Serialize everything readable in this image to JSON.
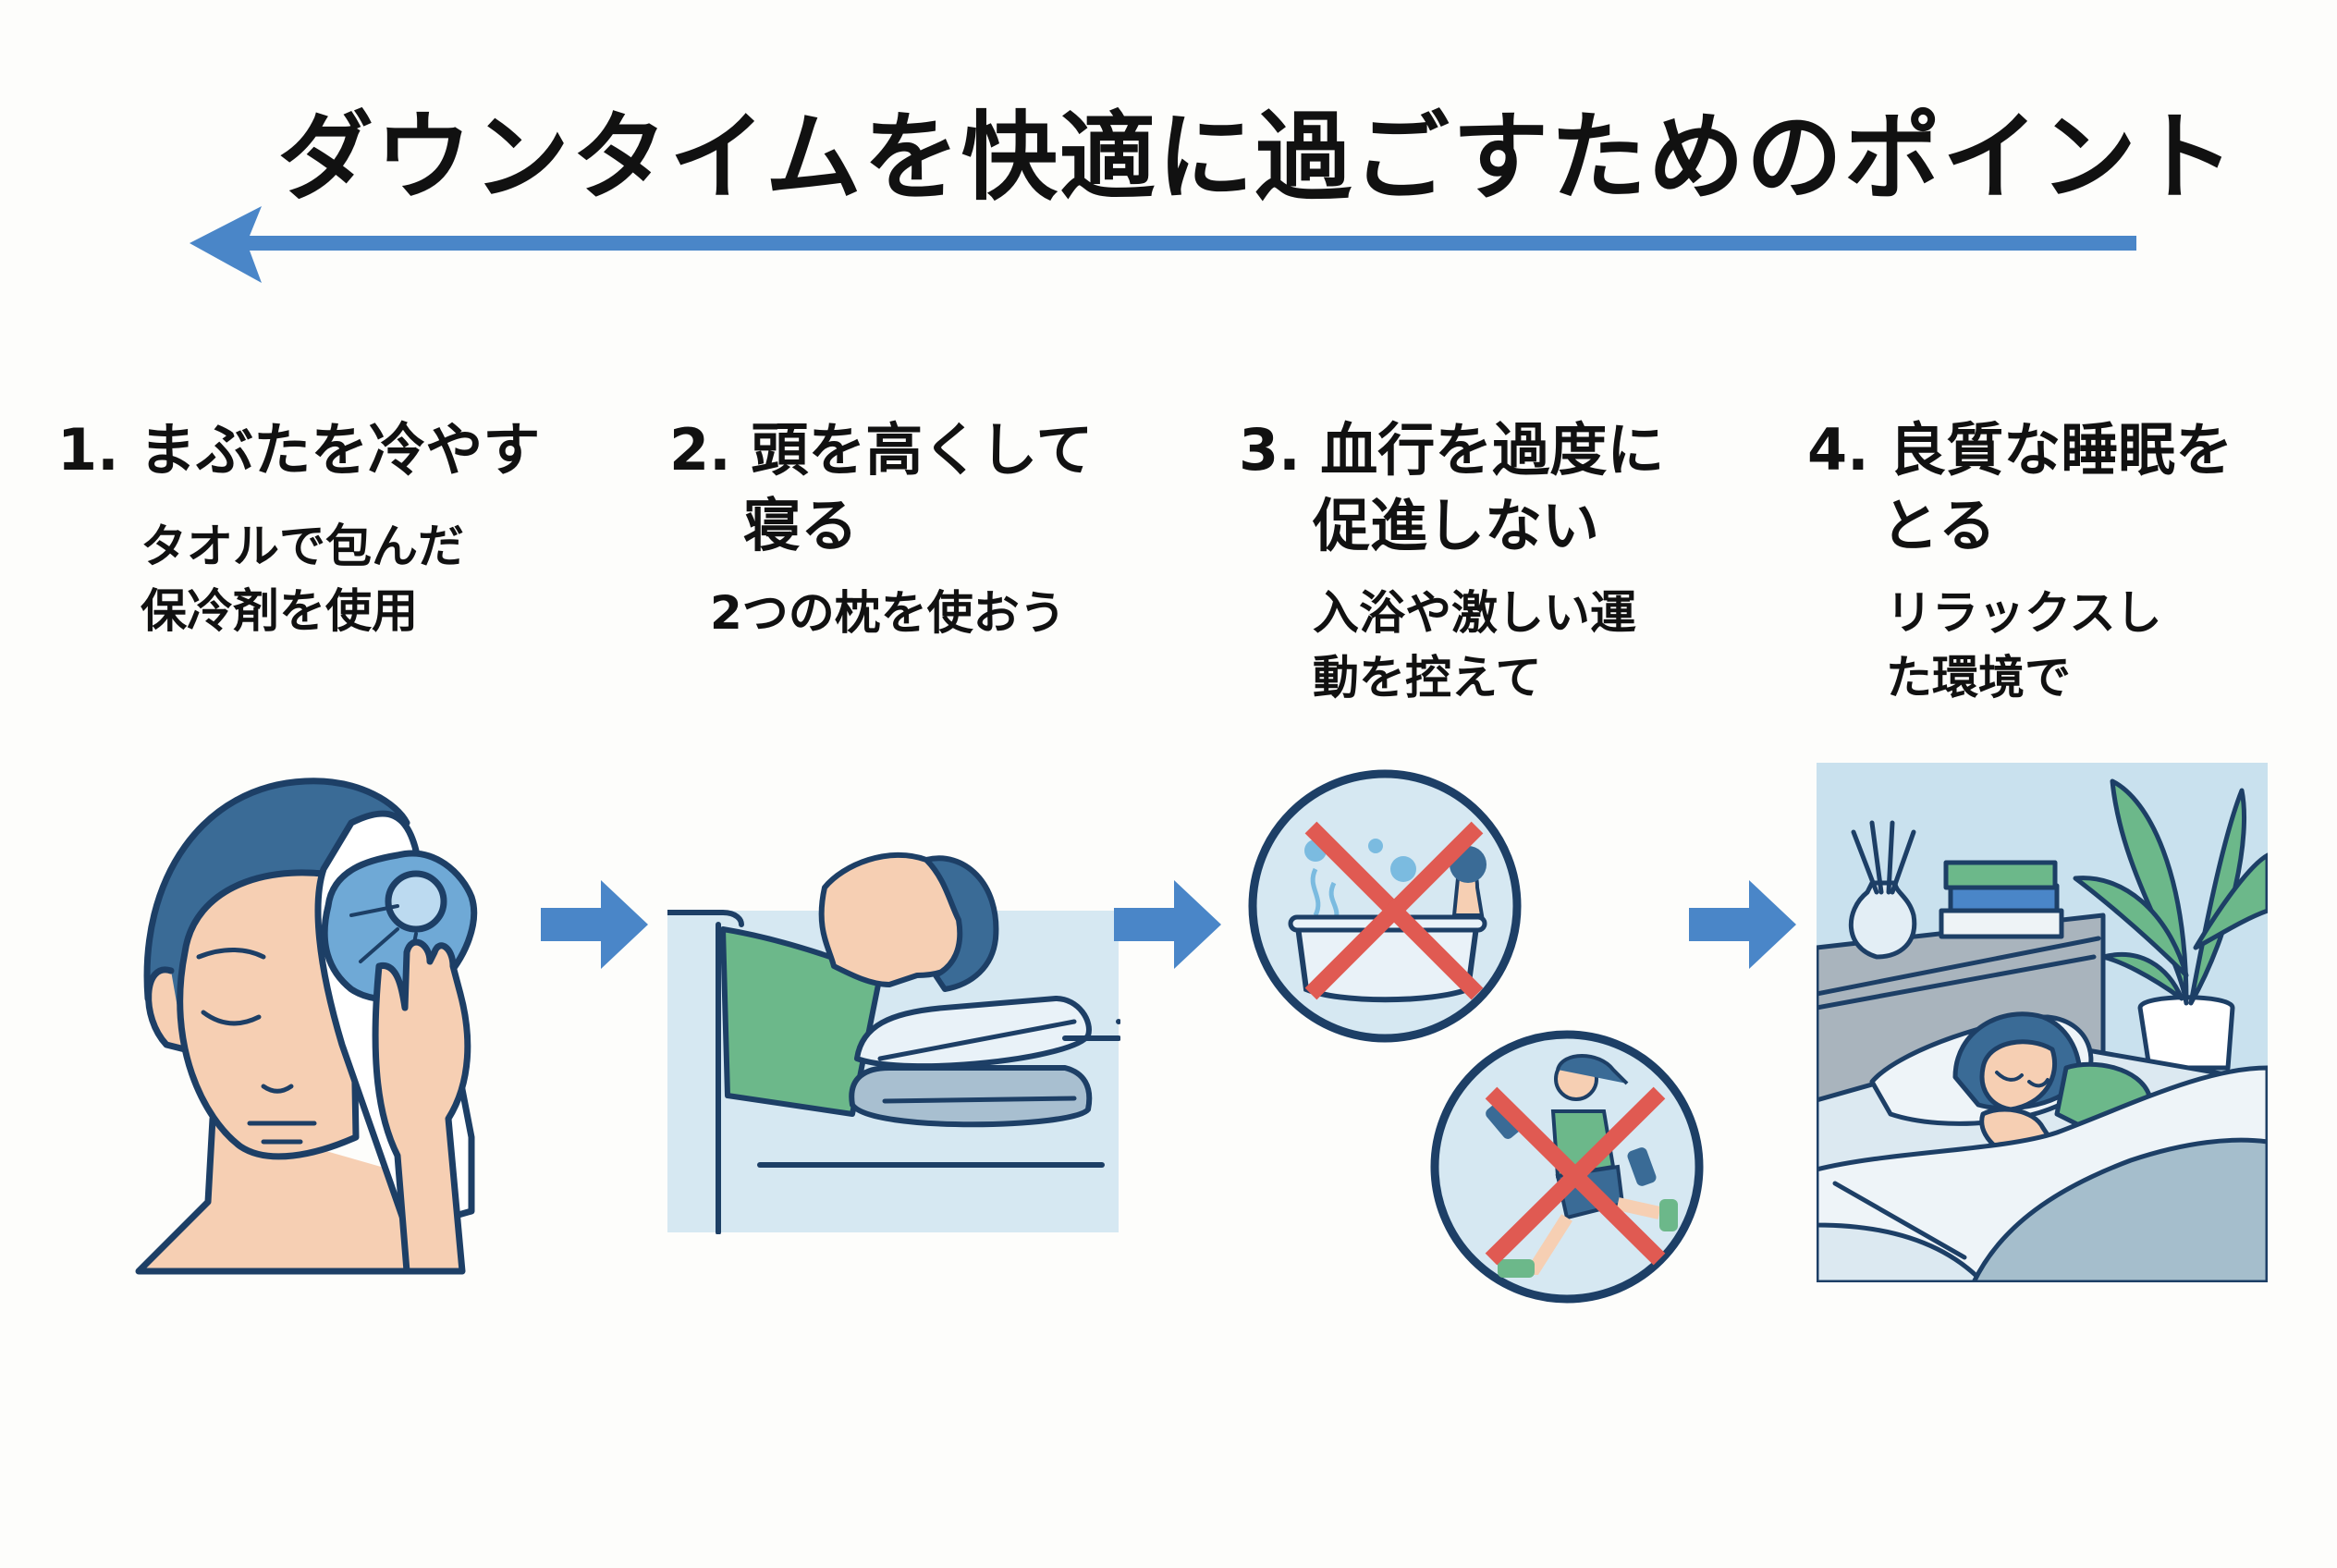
{
  "title": "ダウンタイムを快適に過ごすためのポイント",
  "colors": {
    "accent_blue": "#4a86c8",
    "outline_navy": "#1d3f66",
    "cross_red": "#e05a52",
    "skin": "#f6cfb3",
    "hair": "#3a6b96",
    "green": "#6cb88a",
    "panel_bg": "#d6e8f2",
    "background": "#fdfdfb"
  },
  "steps": [
    {
      "number": "1.",
      "heading_lines": [
        "まぶたを冷やす"
      ],
      "sub_lines": [
        "タオルで包んだ",
        "保冷剤を使用"
      ],
      "illustration": "face-with-ice-pack"
    },
    {
      "number": "2.",
      "heading_lines": [
        "頭を高くして",
        "寝る"
      ],
      "sub_lines": [
        "2つの枕を使おう"
      ],
      "illustration": "person-sleeping-on-two-pillows"
    },
    {
      "number": "3.",
      "heading_lines": [
        "血行を過度に",
        "促進しない"
      ],
      "sub_lines": [
        "入浴や激しい運",
        "動を控えて"
      ],
      "illustration": [
        "no-bath",
        "no-exercise"
      ]
    },
    {
      "number": "4.",
      "heading_lines": [
        "良質な睡眠を",
        "とる"
      ],
      "sub_lines": [
        "リラックスし",
        "た環境で"
      ],
      "illustration": "relaxed-bedroom-sleep"
    }
  ],
  "flow_arrows": [
    "right-arrow",
    "right-arrow",
    "right-arrow"
  ],
  "header_arrow": "left-arrow"
}
